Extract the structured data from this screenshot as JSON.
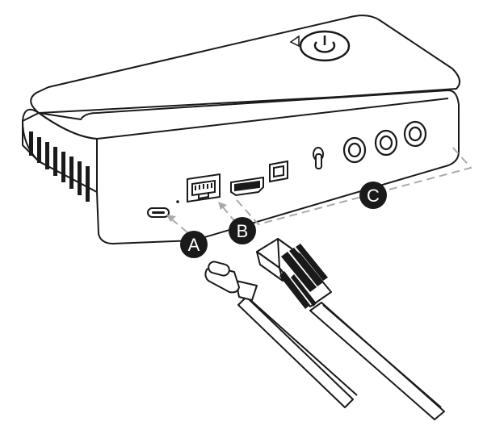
{
  "callouts": [
    {
      "id": "A",
      "label": "A"
    },
    {
      "id": "B",
      "label": "B"
    },
    {
      "id": "C",
      "label": "C"
    }
  ],
  "icons": {
    "power": "power-icon",
    "usb_c_port": "usb-c-port-icon",
    "ethernet_port": "ethernet-port-icon",
    "hdmi_port": "hdmi-port-icon",
    "optical_port": "optical-port-icon",
    "aux_port": "aux-port-icon",
    "rca_ports": "rca-port-icon"
  },
  "colors": {
    "outline": "#1a1a1a",
    "callout_fill": "#1a1a1a",
    "dashed": "#aaaaaa"
  }
}
